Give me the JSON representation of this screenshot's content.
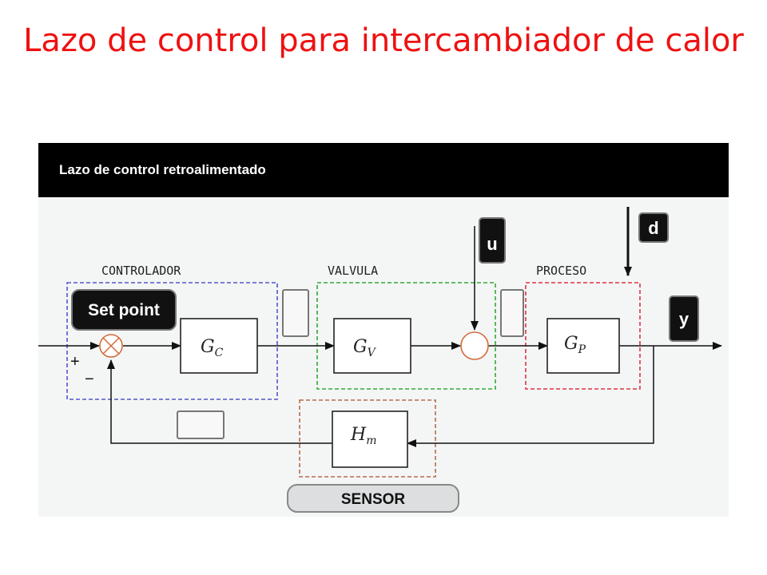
{
  "slide": {
    "title": "Lazo de control para intercambiador de calor"
  },
  "panel": {
    "header": "Lazo de control retroalimentado"
  },
  "groups": {
    "controller": "CONTROLADOR",
    "valve": "VALVULA",
    "process": "PROCESO",
    "sensor": "SENSOR"
  },
  "blocks": {
    "gc": {
      "main": "G",
      "sub": "C"
    },
    "gv": {
      "main": "G",
      "sub": "V"
    },
    "gp": {
      "main": "G",
      "sub": "P"
    },
    "hm": {
      "main": "H",
      "sub": "m"
    }
  },
  "labels": {
    "set_point": "Set point",
    "u": "u",
    "d": "d",
    "y": "y",
    "plus": "+",
    "minus": "−"
  },
  "colors": {
    "title": "#ee1111",
    "controller_border": "#5555cc",
    "valve_border": "#33aa33",
    "process_border": "#dd3344",
    "sensor_border": "#b86a4a",
    "summing_junction": "#d46a3a"
  }
}
